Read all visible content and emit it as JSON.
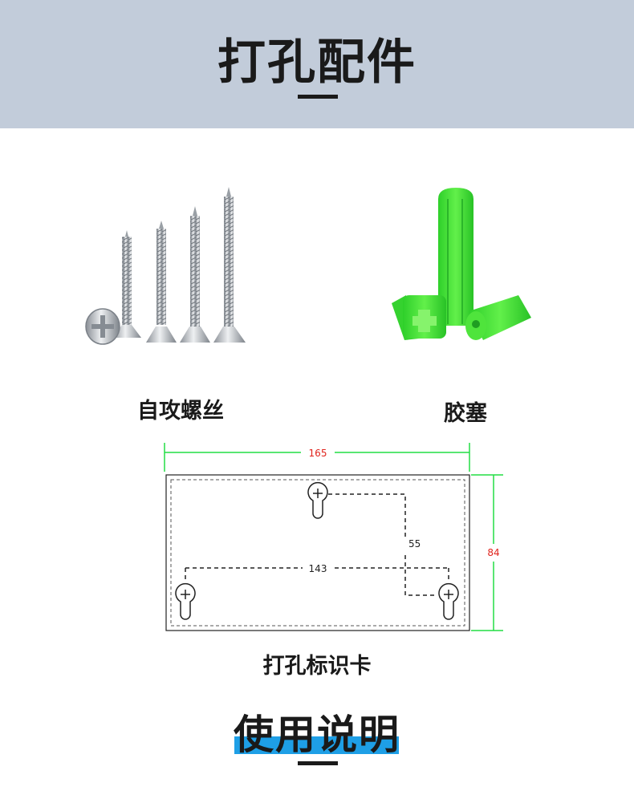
{
  "header": {
    "title": "打孔配件"
  },
  "products": [
    {
      "label": "自攻螺丝",
      "icon": "self-tapping-screws"
    },
    {
      "label": "胶塞",
      "icon": "green-wall-plugs"
    }
  ],
  "hole_card": {
    "label": "打孔标识卡",
    "width_label": "165",
    "height_label": "84",
    "vertical_offset_label": "55",
    "horizontal_spacing_label": "143",
    "colors": {
      "outer_dimension_text": "#e0231c",
      "dimension_line": "#22dd44"
    }
  },
  "usage": {
    "title": "使用说明",
    "highlight_color": "#1e9fe6"
  }
}
